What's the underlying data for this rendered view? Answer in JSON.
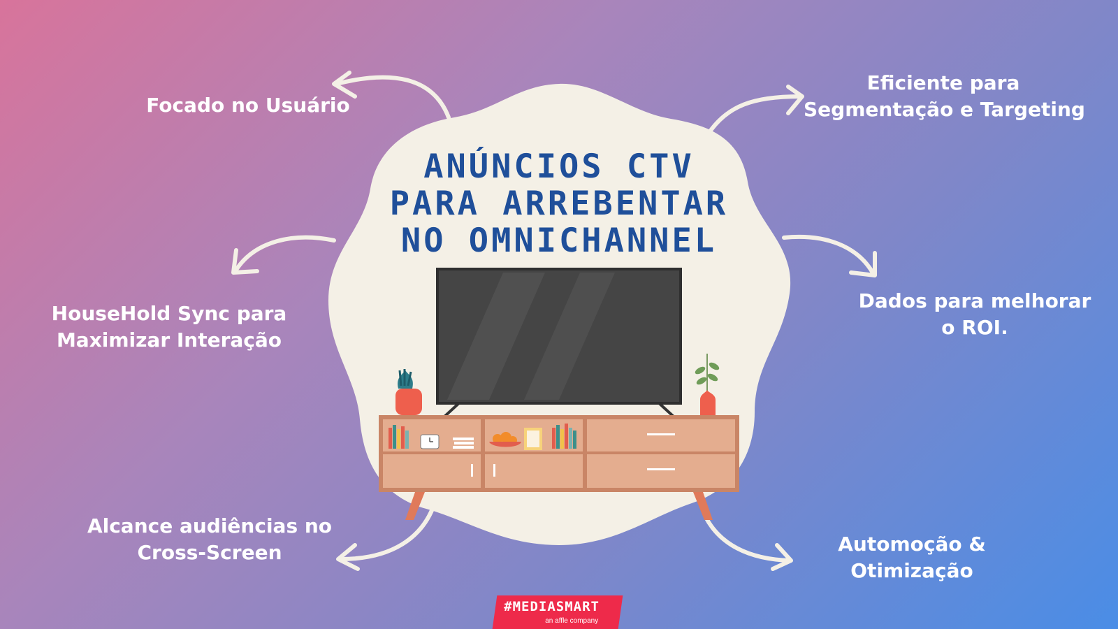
{
  "title": {
    "line1": "ANÚNCIOS CTV",
    "line2": "PARA ARREBENTAR",
    "line3": "NO OMNICHANNEL"
  },
  "features": {
    "focado": {
      "line1": "Focado no Usuário"
    },
    "eficiente": {
      "line1": "Eficiente para",
      "line2": "Segmentação e Targeting"
    },
    "household": {
      "line1": "HouseHold Sync para",
      "line2": "Maximizar Interação"
    },
    "dados": {
      "line1": "Dados para melhorar",
      "line2": "o ROI."
    },
    "alcance": {
      "line1": "Alcance audiências no",
      "line2": "Cross-Screen"
    },
    "automocao": {
      "line1": "Automoção &",
      "line2": "Otimização"
    }
  },
  "logo": {
    "brand": "#MEDIASMART",
    "tagline": "an affle company"
  },
  "colors": {
    "title": "#1f4f9a",
    "blob": "#f4f0e6",
    "logo": "#ee2a4a",
    "cabinet": "#e4ad8f"
  }
}
